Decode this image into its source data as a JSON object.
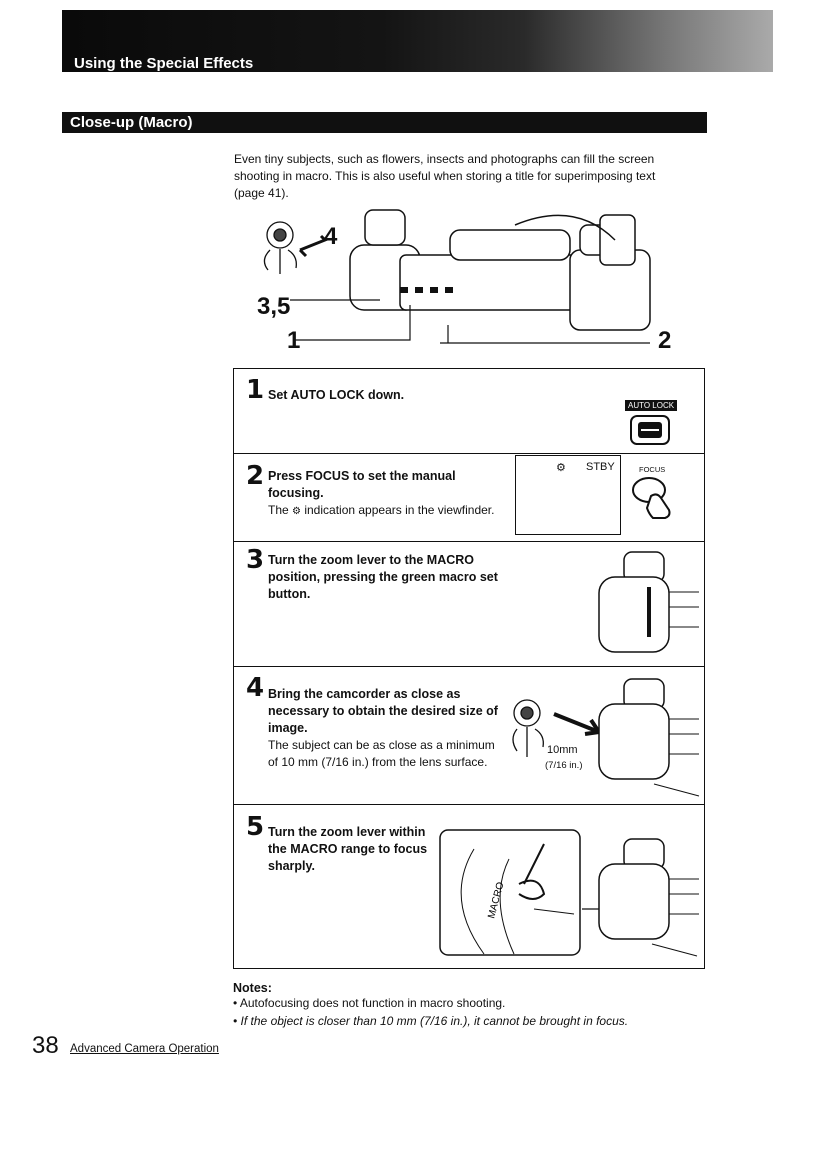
{
  "header": {
    "title": "Using the Special Effects"
  },
  "section": {
    "title": "Close-up (Macro)"
  },
  "intro": "Even tiny subjects, such as flowers, insects and photographs can fill the screen shooting in macro. This is also useful when storing a title for superimposing text (page 41).",
  "hero_labels": {
    "a": "4",
    "b": "3,5",
    "c": "1",
    "d": "2"
  },
  "steps": [
    {
      "num": "1",
      "title": "Set AUTO LOCK down.",
      "body": "",
      "panel_label": "AUTO LOCK"
    },
    {
      "num": "2",
      "title": "Press FOCUS to set the manual focusing.",
      "body_pre": "The",
      "body_post": "indication appears in the viewfinder.",
      "vf_status": "STBY",
      "panel_label": "FOCUS"
    },
    {
      "num": "3",
      "title": "Turn the zoom lever to the MACRO position, pressing the green macro set button.",
      "body": ""
    },
    {
      "num": "4",
      "title": "Bring the camcorder as close as necessary to obtain the desired size of image.",
      "body": "The subject can be as close as a minimum of 10 mm (7/16 in.) from the lens surface.",
      "dist_mm": "10mm",
      "dist_in": "(7/16 in.)"
    },
    {
      "num": "5",
      "title": "Turn the zoom lever within the MACRO range to focus sharply.",
      "body": "",
      "macro_label": "MACRO"
    }
  ],
  "notes": {
    "heading": "Notes:",
    "items": [
      "Autofocusing does not function in macro shooting.",
      "If the object is closer than 10 mm (7/16 in.), it cannot be brought in focus."
    ]
  },
  "footer": {
    "page_number": "38",
    "section": "Advanced Camera Operation"
  }
}
